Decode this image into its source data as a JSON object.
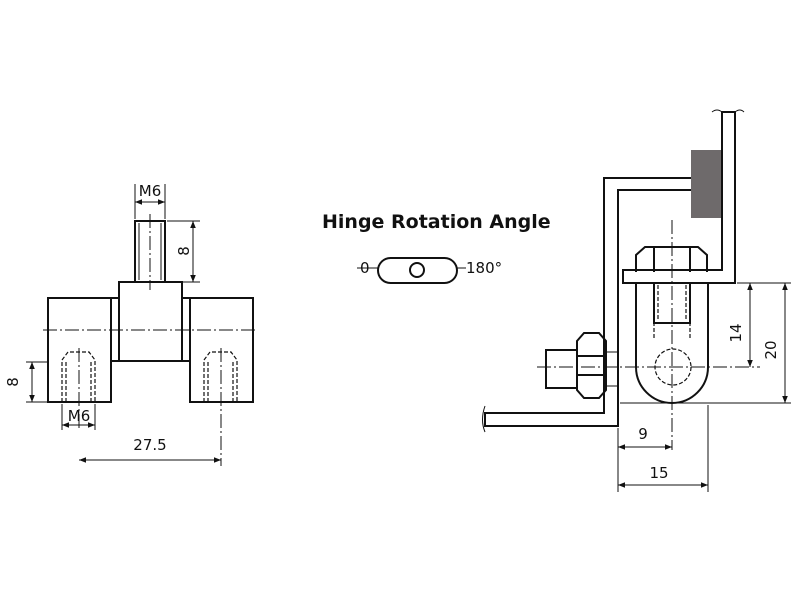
{
  "title": "Hinge Rotation Angle",
  "rotation": {
    "start_label": "0",
    "end_label": "180°"
  },
  "front_view": {
    "stud_thread": "M6",
    "stud_length": "8",
    "hole_depth": "8",
    "hole_thread": "M6",
    "hole_spacing": "27.5"
  },
  "section_view": {
    "dim_14": "14",
    "dim_20": "20",
    "dim_9": "9",
    "dim_15": "15"
  },
  "colors": {
    "seal": "#6e6a6b",
    "line": "#111111"
  }
}
